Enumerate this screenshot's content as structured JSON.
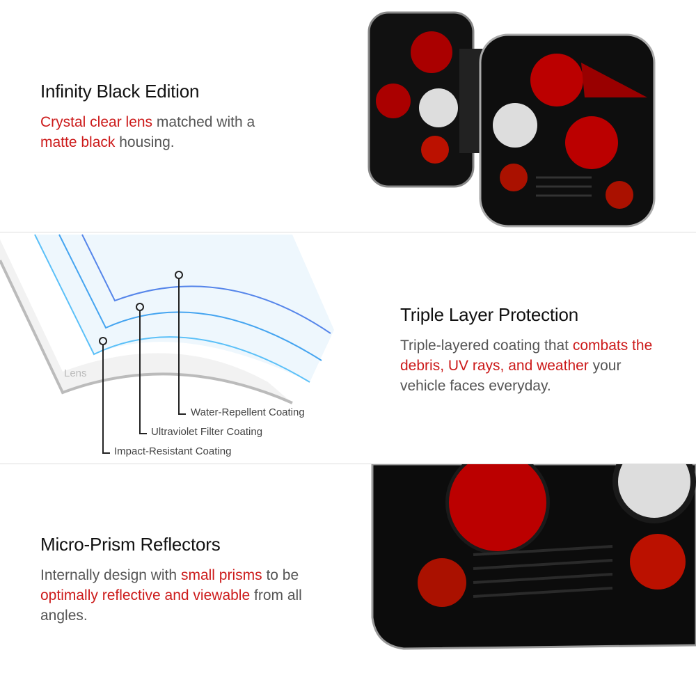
{
  "colors": {
    "accent": "#cc1a1a",
    "heading": "#111111",
    "body": "#555555"
  },
  "section1": {
    "title": "Infinity Black Edition",
    "text": [
      {
        "t": "Crystal clear lens",
        "hl": true
      },
      {
        "t": " matched with a ",
        "hl": false
      },
      {
        "t": "matte black",
        "hl": true
      },
      {
        "t": " housing.",
        "hl": false
      }
    ]
  },
  "section2": {
    "title": "Triple Layer Protection",
    "text": [
      {
        "t": "Triple-layered coating that ",
        "hl": false
      },
      {
        "t": "combats the debris, UV rays, and weather",
        "hl": true
      },
      {
        "t": " your vehicle faces everyday.",
        "hl": false
      }
    ],
    "diagram": {
      "lens_label": "Lens",
      "layers": [
        "Water-Repellent Coating",
        "Ultraviolet Filter Coating",
        "Impact-Resistant Coating"
      ]
    }
  },
  "section3": {
    "title": "Micro-Prism Reflectors",
    "text": [
      {
        "t": "Internally design with ",
        "hl": false
      },
      {
        "t": "small prisms",
        "hl": true
      },
      {
        "t": " to be ",
        "hl": false
      },
      {
        "t": "optimally reflective and viewable",
        "hl": true
      },
      {
        "t": " from all angles.",
        "hl": false
      }
    ]
  }
}
